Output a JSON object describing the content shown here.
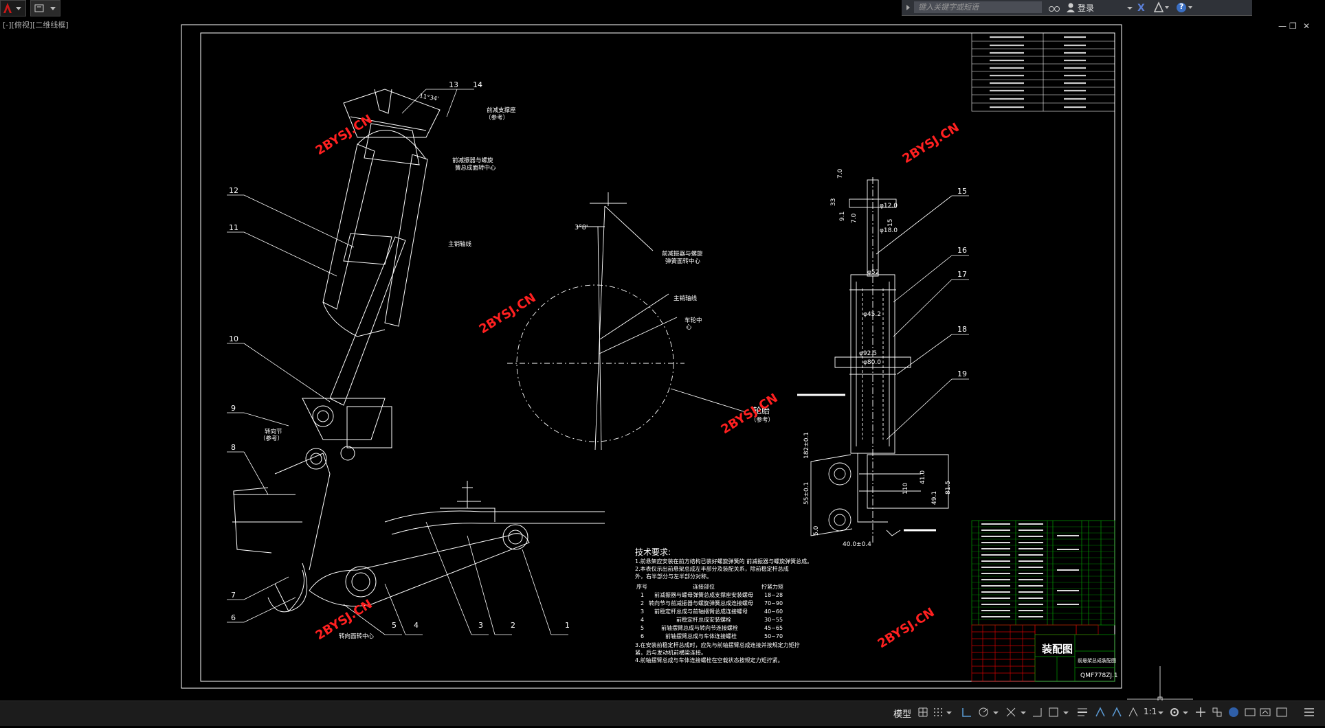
{
  "top_bar": {
    "search_placeholder": "键入关键字或短语",
    "login_label": "登录",
    "help_label": "?"
  },
  "viewport": {
    "label": "[-][俯视][二维线框]"
  },
  "watermarks": [
    "2BYSJ.CN",
    "2BYSJ.CN",
    "2BYSJ.CN",
    "2BYSJ.CN",
    "2BYSJ.CN",
    "2BYSJ.CN"
  ],
  "callouts": {
    "n1": "1",
    "n2": "2",
    "n3": "3",
    "n4": "4",
    "n5": "5",
    "n6": "6",
    "n7": "7",
    "n8": "8",
    "n9": "9",
    "n10": "10",
    "n11": "11",
    "n12": "12",
    "n13": "13",
    "n14": "14",
    "n15": "15",
    "n16": "16",
    "n17": "17",
    "n18": "18",
    "n19": "19"
  },
  "annotations": {
    "strut_support": "前减支撑座",
    "ref1": "（参考）",
    "spring_center1": "前减振器与螺旋",
    "spring_center2": "簧总成面转中心",
    "main_pin": "主销轴线",
    "steer_knuckle": "转向节",
    "ref2": "（参考）",
    "pivot_center": "转向面转中心",
    "spring_center3": "前减振器与螺旋",
    "spring_center4": "弹簧面转中心",
    "main_pin2": "主销轴线",
    "wheel_center1": "车轮中",
    "wheel_center2": "心",
    "wheel_ring": "轮胎",
    "ref3": "（参考）",
    "angle_398": "3°8'",
    "angle_top": "11°34'"
  },
  "dims": {
    "d70a": "7.0",
    "d33": "33",
    "d9": "9.1",
    "d7": "7.0",
    "phi12": "φ12.0",
    "d15": "15",
    "phi18": "φ18.0",
    "phi52": "φ52",
    "phi452": "φ45.2",
    "phi925": "φ92.5",
    "phi80": "φ80.0",
    "d1825": "182±0.1",
    "d55": "55±0.1",
    "d5": "5.0",
    "d40": "40.0±0.4",
    "d110": "110",
    "d815": "81.5",
    "d491": "49.1",
    "d410": "41.0"
  },
  "tech": {
    "heading": "技术要求:",
    "line1": "1.前悬架应安装在前方结构已装好螺旋弹簧的 前减振器与螺旋弹簧总成。",
    "line2": "2.本表仅示出前悬架总成左半部分及装配关系，除前稳定杆总成",
    "line3": "外，右半部分与左半部分对称。",
    "col_no": "序号",
    "col_part": "连接部位",
    "col_torque": "拧紧力矩",
    "rows": [
      {
        "no": "1",
        "part": "前减振器与螺母弹簧总成支撑座安装螺母",
        "torque": "18~28"
      },
      {
        "no": "2",
        "part": "转向节与前减振器与螺旋弹簧总成连接螺母",
        "torque": "70~90"
      },
      {
        "no": "3",
        "part": "前稳定杆总成与前轴摆臂总成连接螺母",
        "torque": "40~60"
      },
      {
        "no": "4",
        "part": "前稳定杆总成安装螺栓",
        "torque": "30~55"
      },
      {
        "no": "5",
        "part": "前轴摆臂总成与转向节连接螺栓",
        "torque": "45~65"
      },
      {
        "no": "6",
        "part": "前轴摆臂总成与车体连接螺栓",
        "torque": "50~70"
      }
    ],
    "line4": "3.在安装前稳定杆总成时，应先与前轴摆臂总成连接并按规定力矩拧",
    "line5": "紧，后与发动机前横梁连接。",
    "line6": "4.前轴摆臂总成与车体连接螺栓在空载状态按规定力矩拧紧。"
  },
  "title_block": {
    "main_title": "装配图",
    "subtitle": "前悬架总成装配图",
    "code": "QMF778ZJ.1"
  },
  "statusbar": {
    "model_label": "模型",
    "scale_label": "1:1"
  },
  "colors": {
    "background": "#000000",
    "line": "#ffffff",
    "watermark": "#ff2020",
    "title_block_green": "#00a000",
    "title_block_red": "#d00000"
  }
}
